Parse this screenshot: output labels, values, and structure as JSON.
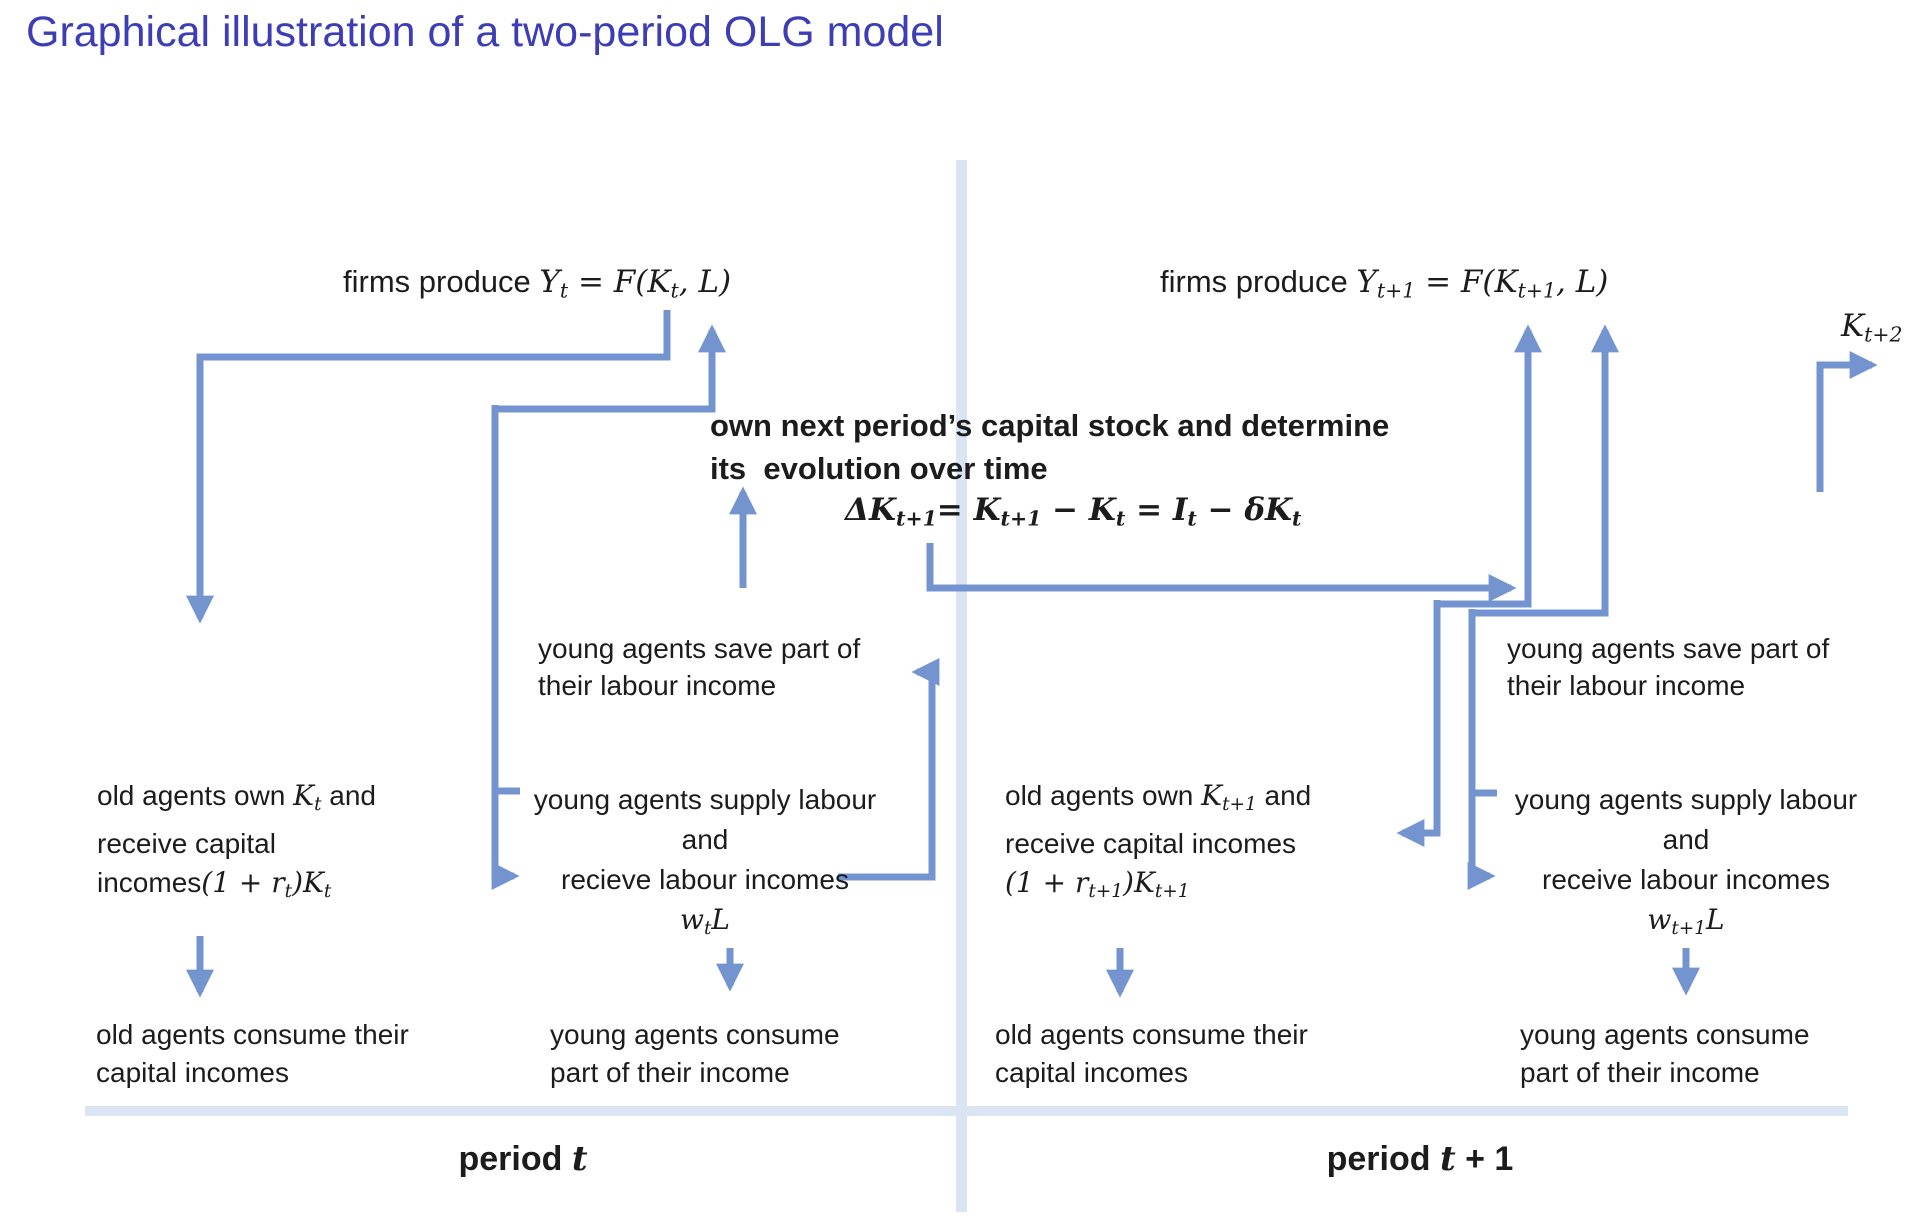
{
  "title": "Graphical illustration of a two-period OLG model",
  "colors": {
    "title_text": "#3d3db5",
    "arrow_blue": "#7494d0",
    "divider_pale_blue": "#dbe4f2",
    "body_text": "#1c1c1c"
  },
  "labels": {
    "firms_t": {
      "lines": [
        [
          [
            "p",
            "firms produce "
          ],
          [
            "i",
            "Y"
          ],
          [
            "sub",
            "t"
          ],
          [
            "i",
            " = F(K"
          ],
          [
            "sub",
            "t"
          ],
          [
            "i",
            ", L)"
          ]
        ]
      ]
    },
    "firms_t1": {
      "lines": [
        [
          [
            "p",
            "firms produce "
          ],
          [
            "i",
            "Y"
          ],
          [
            "sub",
            "t+1"
          ],
          [
            "i",
            " = F(K"
          ],
          [
            "sub",
            "t+1"
          ],
          [
            "i",
            ", L)"
          ]
        ]
      ]
    },
    "k_t2": {
      "lines": [
        [
          [
            "i",
            "K"
          ],
          [
            "sub",
            "t+2"
          ]
        ]
      ]
    },
    "own_capital_bold": {
      "lines": [
        [
          [
            "b",
            "own next period’s capital stock and determine"
          ]
        ],
        [
          [
            "b",
            "its  evolution over time"
          ]
        ]
      ]
    },
    "capital_evolution_eq": {
      "lines": [
        [
          [
            "bi",
            "ΔK"
          ],
          [
            "bsub",
            "t+1"
          ],
          [
            "bi",
            "= K"
          ],
          [
            "bsub",
            "t+1"
          ],
          [
            "bi",
            " − K"
          ],
          [
            "bsub",
            "t"
          ],
          [
            "bi",
            " = I"
          ],
          [
            "bsub",
            "t"
          ],
          [
            "bi",
            " − δK"
          ],
          [
            "bsub",
            "t"
          ]
        ]
      ]
    },
    "old_agents_t": {
      "lines": [
        [
          [
            "p",
            "old agents own "
          ],
          [
            "i",
            "K"
          ],
          [
            "sub",
            "t"
          ],
          [
            "p",
            " and"
          ]
        ],
        [
          [
            "p",
            "receive capital"
          ]
        ],
        [
          [
            "p",
            "incomes"
          ],
          [
            "i",
            "(1 + r"
          ],
          [
            "sub",
            "t"
          ],
          [
            "i",
            ")K"
          ],
          [
            "sub",
            "t"
          ]
        ]
      ]
    },
    "young_save_t": {
      "lines": [
        [
          [
            "p",
            "young agents save part of"
          ]
        ],
        [
          [
            "p",
            "their labour income"
          ]
        ]
      ]
    },
    "young_supply_t": {
      "lines": [
        [
          [
            "p",
            "young agents supply labour"
          ]
        ],
        [
          [
            "p",
            "and"
          ]
        ],
        [
          [
            "p",
            "recieve labour incomes"
          ]
        ],
        [
          [
            "i",
            "w"
          ],
          [
            "sub",
            "t"
          ],
          [
            "i",
            "L"
          ]
        ]
      ]
    },
    "old_consume_t": {
      "lines": [
        [
          [
            "p",
            "old agents consume their"
          ]
        ],
        [
          [
            "p",
            "capital incomes"
          ]
        ]
      ]
    },
    "young_consume_t": {
      "lines": [
        [
          [
            "p",
            "young agents consume"
          ]
        ],
        [
          [
            "p",
            "part of their income"
          ]
        ]
      ]
    },
    "old_agents_t1": {
      "lines": [
        [
          [
            "p",
            "old agents own "
          ],
          [
            "i",
            "K"
          ],
          [
            "sub",
            "t+1"
          ],
          [
            "p",
            " and"
          ]
        ],
        [
          [
            "p",
            "receive capital incomes"
          ]
        ],
        [
          [
            "i",
            "(1 + r"
          ],
          [
            "sub",
            "t+1"
          ],
          [
            "i",
            ")K"
          ],
          [
            "sub",
            "t+1"
          ]
        ]
      ]
    },
    "young_save_t1": {
      "lines": [
        [
          [
            "p",
            "young agents save part of"
          ]
        ],
        [
          [
            "p",
            "their labour income"
          ]
        ]
      ]
    },
    "young_supply_t1": {
      "lines": [
        [
          [
            "p",
            "young agents supply labour"
          ]
        ],
        [
          [
            "p",
            "and"
          ]
        ],
        [
          [
            "p",
            "receive labour incomes"
          ]
        ],
        [
          [
            "i",
            "w"
          ],
          [
            "sub",
            "t+1"
          ],
          [
            "i",
            "L"
          ]
        ]
      ]
    },
    "old_consume_t1": {
      "lines": [
        [
          [
            "p",
            "old agents consume their"
          ]
        ],
        [
          [
            "p",
            "capital incomes"
          ]
        ]
      ]
    },
    "young_consume_t1": {
      "lines": [
        [
          [
            "p",
            "young agents consume"
          ]
        ],
        [
          [
            "p",
            "part of their income"
          ]
        ]
      ]
    },
    "period_t": {
      "lines": [
        [
          [
            "b",
            "period "
          ],
          [
            "bi",
            "t"
          ]
        ]
      ]
    },
    "period_t1": {
      "lines": [
        [
          [
            "b",
            "period "
          ],
          [
            "bi",
            "t"
          ],
          [
            "b",
            " + 1"
          ]
        ]
      ]
    }
  }
}
